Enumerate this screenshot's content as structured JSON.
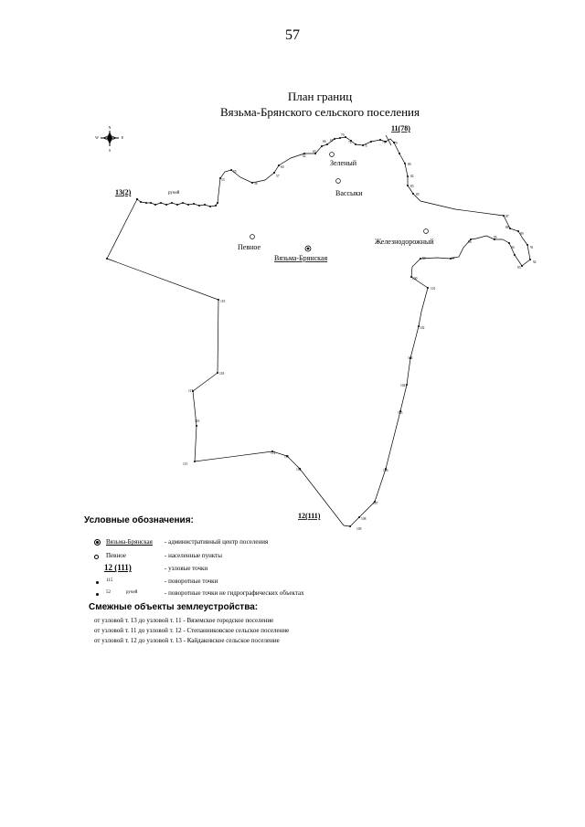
{
  "page_number": "57",
  "title": {
    "line1": "План границ",
    "line2": "Вязьма-Брянского сельского поселения"
  },
  "compass": {
    "n": "N",
    "s": "S",
    "w": "W",
    "e": "E"
  },
  "nodes": {
    "n13": "13(2)",
    "n11": "11(78)",
    "n12": "12(111)"
  },
  "settlements": {
    "admin_center": "Вязьма-Брянская",
    "pevnoe": "Певное",
    "zeleny": "Зеленый",
    "vassyki": "Вассыки",
    "zheleznodorozhny": "Железнодорожный"
  },
  "stream_label": "ручей",
  "points": {
    "p53": "53",
    "p55": "55",
    "p56": "56",
    "p57": "57",
    "p60": "60",
    "p62": "62",
    "p63": "63",
    "p66": "66",
    "p67": "67",
    "p70": "70",
    "p74": "74",
    "p75": "75",
    "p78": "78",
    "p79": "79",
    "p80": "80",
    "p82": "82",
    "p83": "83",
    "p85": "85",
    "p87": "87",
    "p88": "88",
    "p89": "89",
    "p91": "91",
    "p92": "92",
    "p93": "93",
    "p94": "94",
    "p95": "95",
    "p96": "96",
    "p97": "97",
    "p99": "99",
    "p100": "100",
    "p101": "101",
    "p102": "102",
    "p103": "103",
    "p104": "104",
    "p105": "105",
    "p106": "106",
    "p107": "107",
    "p108": "108",
    "p109": "109",
    "p112": "112",
    "p113": "113",
    "p114": "114",
    "p115": "115",
    "p116": "116",
    "p117": "117",
    "p118": "118",
    "p119": "119"
  },
  "legend": {
    "title": "Условные обозначения:",
    "admin_symbol_label": "Вязьма-Брянская",
    "admin_desc": "- административный центр поселения",
    "settlement_symbol_label": "Певное",
    "settlement_desc": "- населенные пункты",
    "node_symbol_label": "12 (111)",
    "node_desc": "- узловые точки",
    "turn_symbol_label": "115",
    "turn_desc": "- поворотные точки",
    "hydro_symbol_num": "52",
    "hydro_symbol_label": "ручей",
    "hydro_desc": "- поворотные точки не гидрографических объектах"
  },
  "adjacent": {
    "title": "Смежные объекты землеустройства:",
    "rows": [
      "от узловой т. 13 до узловой т. 11 - Вяземское городское поселение",
      "от узловой т. 11 до узловой т. 12 - Степанниковское сельское поселение",
      "от узловой т. 12 до узловой т. 13 - Кайдаковское сельское поселение"
    ]
  }
}
